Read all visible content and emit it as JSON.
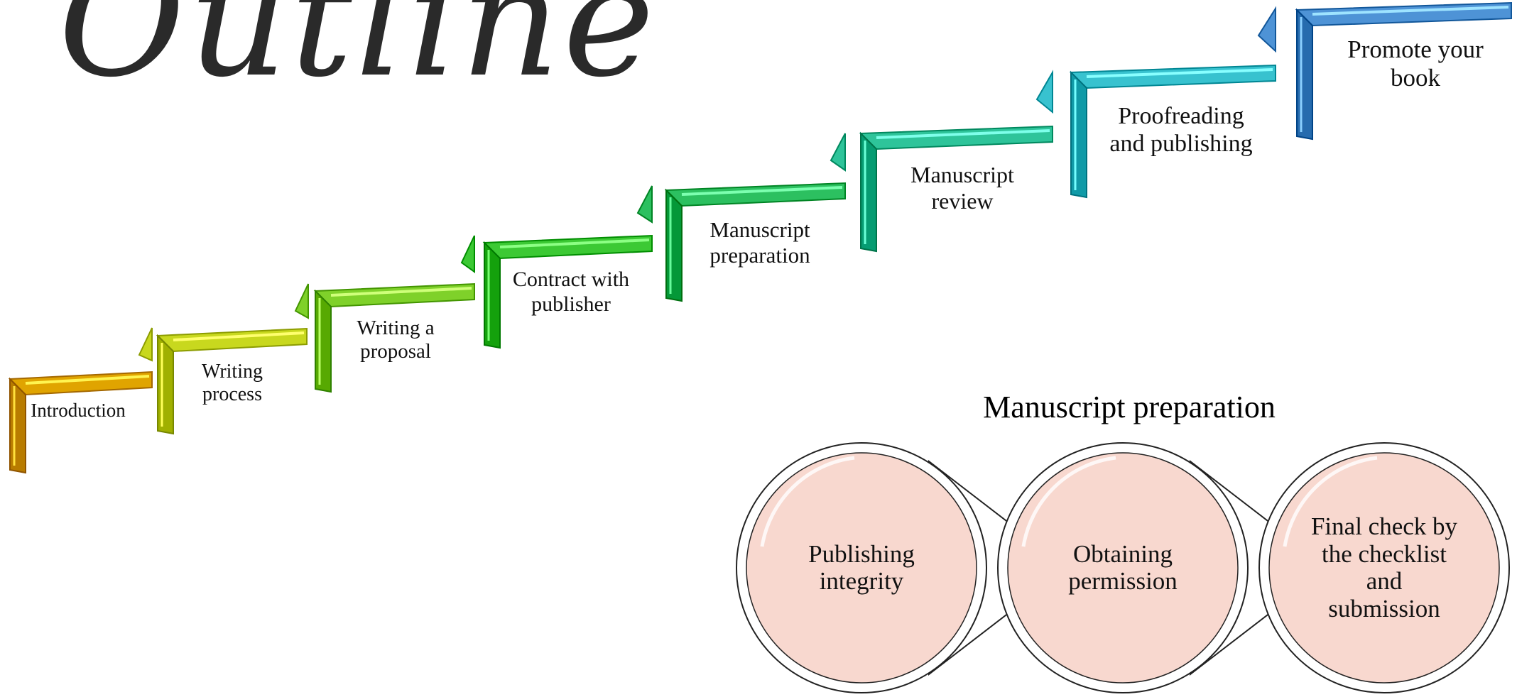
{
  "page": {
    "title": "Outline"
  },
  "steps": [
    {
      "label": "Introduction",
      "color": "#E0A400"
    },
    {
      "label": "Writing\nprocess",
      "color": "#C8D81E"
    },
    {
      "label": "Writing a\nproposal",
      "color": "#7FD12A"
    },
    {
      "label": "Contract with\npublisher",
      "color": "#3CC934"
    },
    {
      "label": "Manuscript\npreparation",
      "color": "#2CC060"
    },
    {
      "label": "Manuscript\nreview",
      "color": "#2EC49A"
    },
    {
      "label": "Proofreading\nand publishing",
      "color": "#38C2CF"
    },
    {
      "label": "Promote your\nbook",
      "color": "#4E93D6"
    }
  ],
  "detail": {
    "title": "Manuscript preparation",
    "circle_fill": "#F8D8CF",
    "items": [
      {
        "label": "Publishing\nintegrity"
      },
      {
        "label": "Obtaining\npermission"
      },
      {
        "label": "Final check by\nthe checklist\nand\nsubmission"
      }
    ]
  }
}
